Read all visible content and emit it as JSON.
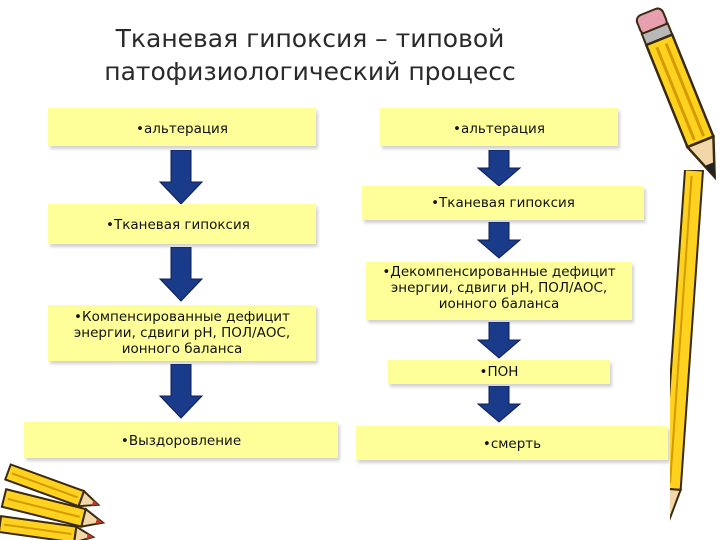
{
  "title": {
    "line1": "Тканевая гипоксия – типовой",
    "line2": "патофизиологический процесс"
  },
  "left_column": {
    "box1": "•альтерация",
    "box2": "•Тканевая гипоксия",
    "box3_line1": "•Компенсированные дефицит",
    "box3_line2": "энергии, сдвиги рН, ПОЛ/АОС,",
    "box3_line3": "ионного баланса",
    "box4": "•Выздоровление"
  },
  "right_column": {
    "box1": "•альтерация",
    "box2": "•Тканевая гипоксия",
    "box3_line1": "•Декомпенсированные дефицит",
    "box3_line2": "энергии, сдвиги рН, ПОЛ/АОС,",
    "box3_line3": "ионного баланса",
    "box4": "•ПОН",
    "box5": "•смерть"
  },
  "colors": {
    "box_fill": "#ffff99",
    "arrow_fill": "#1a3a8a",
    "pencil_body": "#ffd21f"
  },
  "decor": {
    "pencil_top_right": "pencil-icon",
    "pencils_bottom_left": "pencils-icon"
  }
}
